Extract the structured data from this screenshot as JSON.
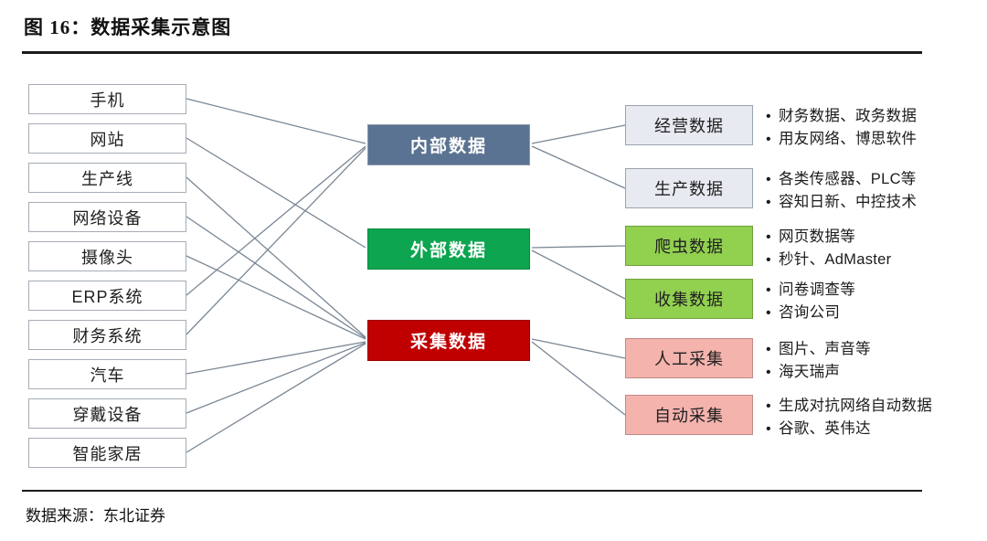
{
  "figure": {
    "title": "图 16：数据采集示意图",
    "source": "数据来源：东北证券"
  },
  "palette": {
    "internal_fill": "#5b7392",
    "external_fill": "#0da54f",
    "collected_fill": "#c00000",
    "business_fill": "#e7eaf0",
    "production_fill": "#e7eaf0",
    "crawler_fill": "#92d050",
    "survey_fill": "#92d050",
    "manual_fill": "#f4b3ad",
    "auto_fill": "#f4b3ad",
    "line": "#7a8794",
    "box_border": "#a6adb5"
  },
  "sources": [
    {
      "label": "手机"
    },
    {
      "label": "网站"
    },
    {
      "label": "生产线"
    },
    {
      "label": "网络设备"
    },
    {
      "label": "摄像头"
    },
    {
      "label": "ERP系统"
    },
    {
      "label": "财务系统"
    },
    {
      "label": "汽车"
    },
    {
      "label": "穿戴设备"
    },
    {
      "label": "智能家居"
    }
  ],
  "categories": [
    {
      "label": "内部数据"
    },
    {
      "label": "外部数据"
    },
    {
      "label": "采集数据"
    }
  ],
  "outputs": [
    {
      "label": "经营数据"
    },
    {
      "label": "生产数据"
    },
    {
      "label": "爬虫数据"
    },
    {
      "label": "收集数据"
    },
    {
      "label": "人工采集"
    },
    {
      "label": "自动采集"
    }
  ],
  "details": [
    {
      "lines": [
        "财务数据、政务数据",
        "用友网络、博思软件"
      ]
    },
    {
      "lines": [
        "各类传感器、PLC等",
        "容知日新、中控技术"
      ]
    },
    {
      "lines": [
        "网页数据等",
        "秒针、AdMaster"
      ]
    },
    {
      "lines": [
        "问卷调查等",
        "咨询公司"
      ]
    },
    {
      "lines": [
        "图片、声音等",
        "海天瑞声"
      ]
    },
    {
      "lines": [
        "生成对抗网络自动数据",
        "谷歌、英伟达"
      ]
    }
  ],
  "bullet_glyph": "•"
}
